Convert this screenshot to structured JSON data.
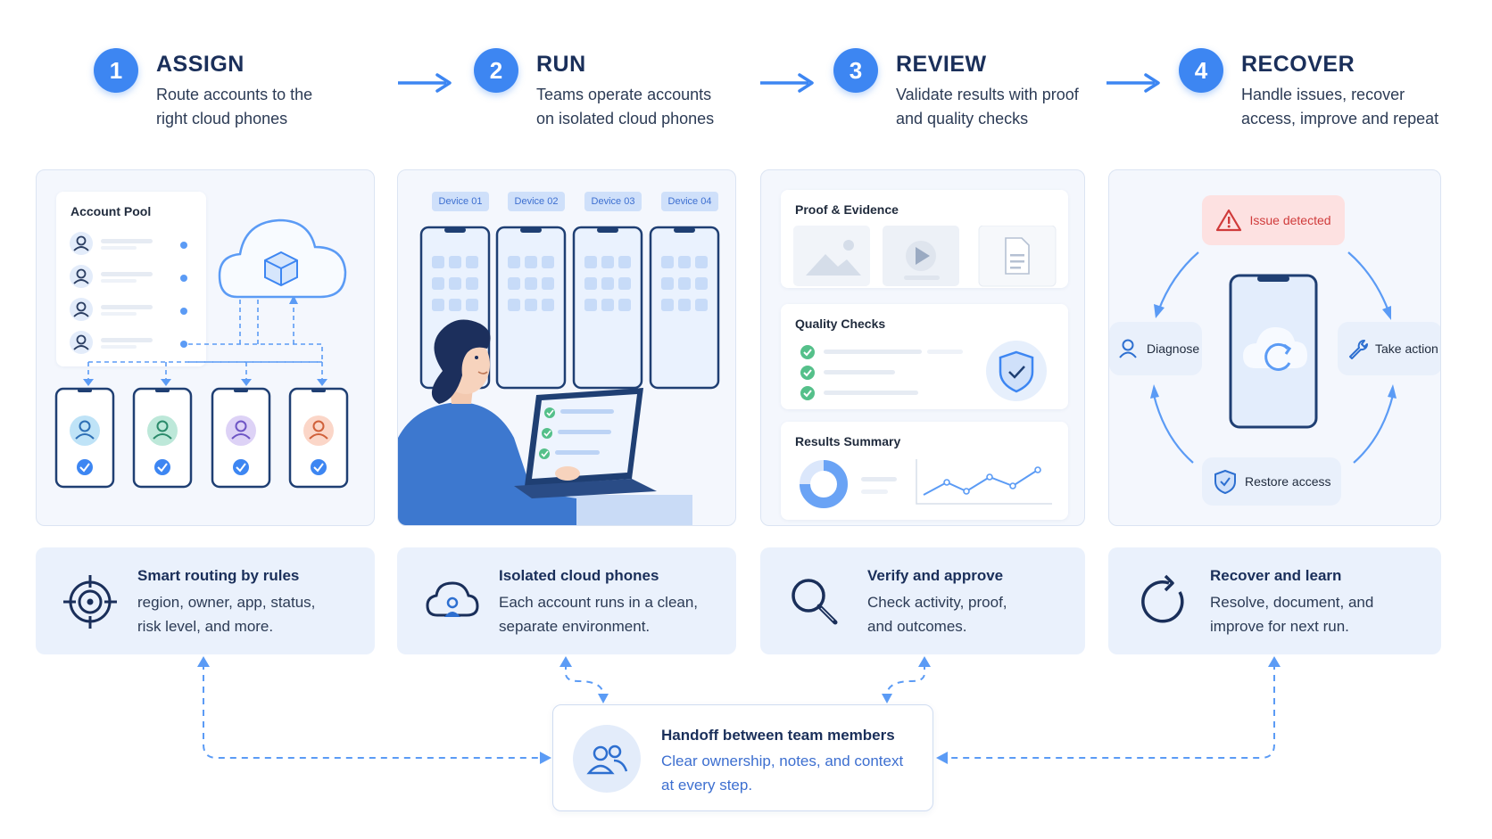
{
  "steps": [
    {
      "num": "1",
      "title": "ASSIGN",
      "desc1": "Route accounts to the",
      "desc2": "right cloud phones"
    },
    {
      "num": "2",
      "title": "RUN",
      "desc1": "Teams operate accounts",
      "desc2": "on isolated cloud phones"
    },
    {
      "num": "3",
      "title": "REVIEW",
      "desc1": "Validate results with proof",
      "desc2": "and quality checks"
    },
    {
      "num": "4",
      "title": "RECOVER",
      "desc1": "Handle issues, recover",
      "desc2": "access, improve and repeat"
    }
  ],
  "assign_panel": {
    "account_pool": "Account Pool"
  },
  "run_panel": {
    "devices": [
      "Device 01",
      "Device 02",
      "Device 03",
      "Device 04"
    ]
  },
  "review_panel": {
    "proof": "Proof & Evidence",
    "quality": "Quality Checks",
    "results": "Results Summary"
  },
  "recover_panel": {
    "issue": "Issue detected",
    "diagnose": "Diagnose",
    "take_action": "Take action",
    "restore": "Restore access"
  },
  "features": [
    {
      "title": "Smart routing by rules",
      "desc": "region, owner, app, status,\nrisk level, and more.",
      "icon": "target-icon"
    },
    {
      "title": "Isolated cloud phones",
      "desc": "Each account runs in a clean,\nseparate environment.",
      "icon": "cloud-user-icon"
    },
    {
      "title": "Verify and approve",
      "desc": "Check activity, proof,\nand outcomes.",
      "icon": "magnifier-icon"
    },
    {
      "title": "Recover and learn",
      "desc": "Resolve, document, and\nimprove for next run.",
      "icon": "refresh-icon"
    }
  ],
  "handoff": {
    "title": "Handoff between team members",
    "desc": "Clear ownership, notes, and context at every step.",
    "icon": "team-icon"
  },
  "colors": {
    "accent": "#3d86f2",
    "navy": "#1a2f5a",
    "panel": "#f4f7fd",
    "feature": "#eaf1fc",
    "alert": "#e04848"
  }
}
